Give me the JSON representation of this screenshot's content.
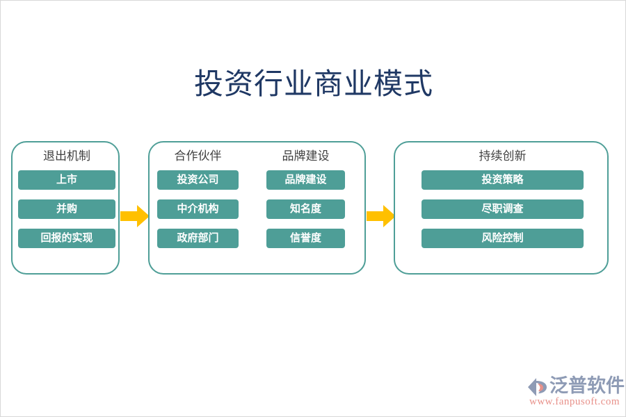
{
  "title": "投资行业商业模式",
  "colors": {
    "title": "#1F3864",
    "box_border": "#4E9E97",
    "pill_fill": "#4E9E97",
    "pill_text": "#FFFFFF",
    "header_text": "#404040",
    "arrow": "#FFC000",
    "background": "#FFFFFF",
    "watermark_name": "#8E9BB5",
    "watermark_url": "#E8918A",
    "watermark_accent": "#E8918A"
  },
  "groups": [
    {
      "id": "box-1",
      "columns": [
        {
          "header": "退出机制",
          "items": [
            "上市",
            "并购",
            "回报的实现"
          ]
        }
      ]
    },
    {
      "id": "box-2",
      "columns": [
        {
          "header": "合作伙伴",
          "items": [
            "投资公司",
            "中介机构",
            "政府部门"
          ]
        },
        {
          "header": "品牌建设",
          "items": [
            "品牌建设",
            "知名度",
            "信誉度"
          ]
        }
      ]
    },
    {
      "id": "box-3",
      "columns": [
        {
          "header": "持续创新",
          "items": [
            "投资策略",
            "尽职调查",
            "风险控制"
          ]
        }
      ]
    }
  ],
  "arrows": [
    {
      "id": "arrow-1",
      "direction": "right"
    },
    {
      "id": "arrow-2",
      "direction": "right"
    }
  ],
  "watermark": {
    "name": "泛普软件",
    "url": "www.fanpusoft.com",
    "logo_icon": "fanpu-logo-icon"
  }
}
